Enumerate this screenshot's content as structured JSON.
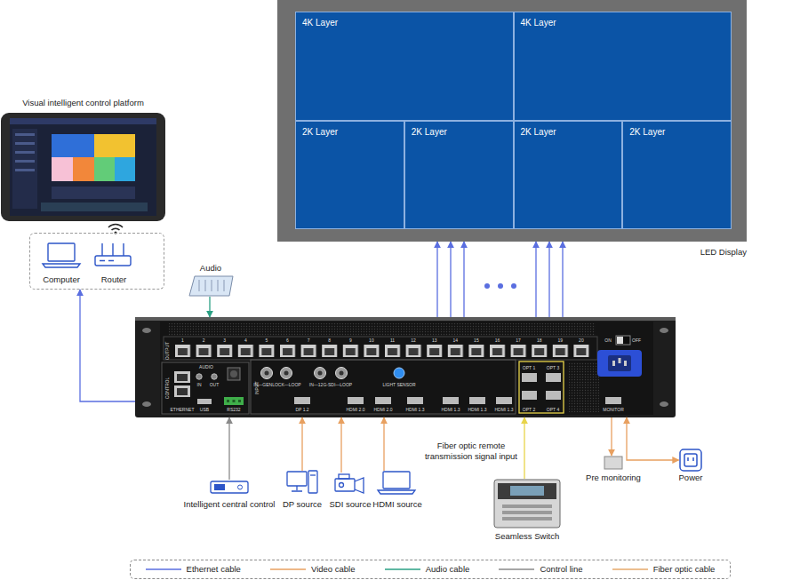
{
  "diagram": {
    "nodes": [
      {
        "text": [
          "LED Display"
        ]
      },
      {
        "text": [
          "4K Layer"
        ],
        "in": 0
      },
      {
        "text": [
          "4K Layer"
        ],
        "in": 0
      },
      {
        "text": [
          "2K Layer"
        ],
        "in": 0
      },
      {
        "text": [
          "2K Layer"
        ],
        "in": 0
      },
      {
        "text": [
          "2K Layer"
        ],
        "in": 0
      },
      {
        "text": [
          "2K Layer"
        ],
        "in": 0
      },
      {
        "text": [
          "Visual intelligent control platform"
        ]
      },
      {
        "text": [
          "Computer",
          "Router"
        ]
      },
      {
        "text": [
          "Audio"
        ]
      },
      {
        "text": [
          "OUTPUT",
          "CONTROL",
          "INPUT"
        ]
      },
      {
        "text": [
          "Intelligent central control"
        ]
      },
      {
        "text": [
          "DP source"
        ]
      },
      {
        "text": [
          "SDI source"
        ]
      },
      {
        "text": [
          "HDMI source"
        ]
      },
      {
        "text": [
          "Seamless Switch"
        ]
      },
      {
        "text": [
          "Pre monitoring"
        ]
      },
      {
        "text": [
          "Power"
        ]
      }
    ],
    "edges": [
      {
        "from": 10,
        "to": 8,
        "arrow": "to"
      },
      {
        "from": 9,
        "to": 10,
        "arrow": "to"
      },
      {
        "from": 10,
        "to": 0,
        "arrow": "to"
      },
      {
        "from": 10,
        "to": 0,
        "arrow": "to"
      },
      {
        "from": 10,
        "to": 0,
        "arrow": "to"
      },
      {
        "from": 10,
        "to": 0,
        "arrow": "to"
      },
      {
        "from": 10,
        "to": 0,
        "arrow": "to"
      },
      {
        "from": 10,
        "to": 0,
        "arrow": "to"
      },
      {
        "from": 11,
        "to": 10,
        "arrow": "to"
      },
      {
        "from": 12,
        "to": 10,
        "arrow": "to"
      },
      {
        "from": 13,
        "to": 10,
        "arrow": "to"
      },
      {
        "from": 14,
        "to": 10,
        "arrow": "to"
      },
      {
        "from": 15,
        "to": 10,
        "label": "Fiber optic remote transmission signal input",
        "arrow": "to"
      },
      {
        "from": 10,
        "to": 16,
        "arrow": "to"
      },
      {
        "from": 17,
        "to": 10,
        "arrow": "both"
      }
    ],
    "labels": [
      "1",
      "2",
      "3",
      "4",
      "5",
      "6",
      "7",
      "8",
      "9",
      "10",
      "11",
      "12",
      "13",
      "14",
      "15",
      "16",
      "17",
      "18",
      "19",
      "20",
      "AUDIO",
      "IN",
      "OUT",
      "ETHERNET",
      "USB",
      "RS232",
      "IN—GENLOCK—LOOP",
      "IN—12G-SDI—LOOP",
      "LIGHT SENSOR",
      "DP 1.2",
      "HDMI 2.0",
      "HDMI 2.0",
      "HDMI 1.3",
      "HDMI 1.3",
      "HDMI 1.3",
      "HDMI 1.3",
      "OPT 1",
      "OPT 3",
      "OPT 2",
      "OPT 4",
      "MONITOR",
      "ON",
      "OFF"
    ],
    "legend": [
      {
        "text": "Ethernet cable"
      },
      {
        "text": "Video cable"
      },
      {
        "text": "Audio cable"
      },
      {
        "text": "Control line"
      },
      {
        "text": "Fiber optic cable"
      }
    ]
  }
}
